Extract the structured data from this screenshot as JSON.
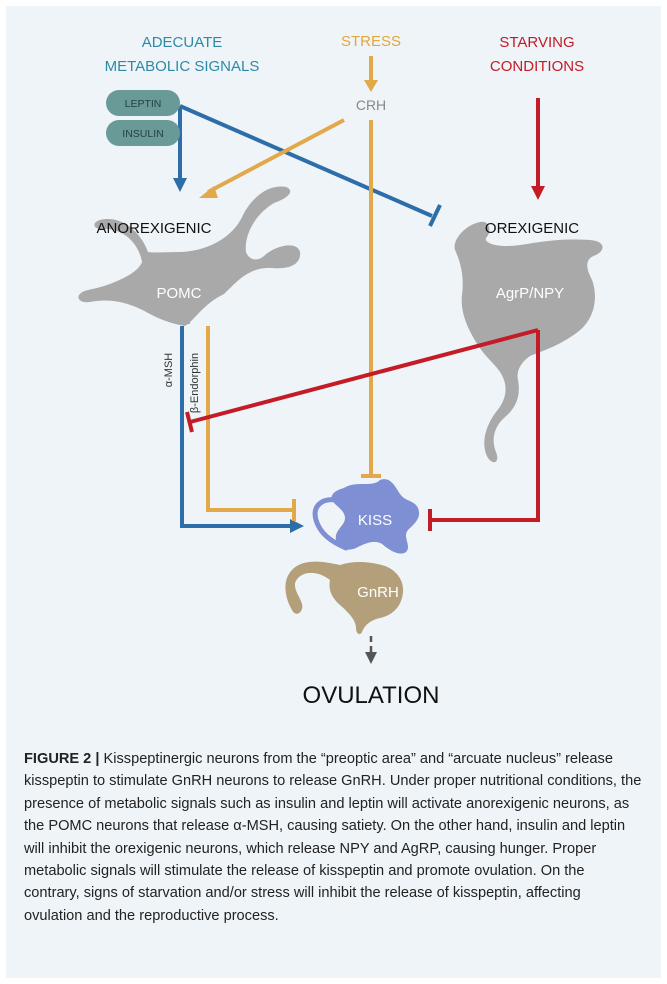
{
  "colors": {
    "metabolic": "#2d8aa6",
    "stress": "#e2a73c",
    "starving": "#c41c26",
    "blue_arrow": "#2d6da8",
    "orange_arrow": "#e2a84a",
    "red_arrow": "#c41c26",
    "neuron_gray": "#a9a9a9",
    "kiss": "#7f8fd4",
    "gnrh": "#b3a07a",
    "pill": "#6a9a97",
    "background": "#eef4f8"
  },
  "diagram": {
    "metabolic_line1": "ADECUATE",
    "metabolic_line2": "METABOLIC SIGNALS",
    "stress": "STRESS",
    "starving_line1": "STARVING",
    "starving_line2": "CONDITIONS",
    "leptin": "LEPTIN",
    "insulin": "INSULIN",
    "crh": "CRH",
    "anorexigenic": "ANOREXIGENIC",
    "orexigenic": "OREXIGENIC",
    "pomc": "POMC",
    "agrp_npy": "AgrP/NPY",
    "alpha_msh": "α-MSH",
    "beta_endorphin": "β-Endorphin",
    "kiss": "KISS",
    "gnrh": "GnRH",
    "ovulation": "OVULATION"
  },
  "caption": {
    "label": "FIGURE 2 |",
    "text": " Kisspeptinergic neurons from the “preoptic area” and “arcuate nucleus” release kisspeptin to stimulate GnRH neurons to release GnRH. Under proper nutritional conditions, the presence of metabolic signals such as insulin and leptin will activate anorexigenic neurons, as the POMC neurons that release α-MSH, causing satiety. On the other hand, insulin and leptin will inhibit the orexigenic neurons, which release NPY and AgRP, causing hunger. Proper metabolic signals will stimulate the release of kisspeptin and promote ovulation. On the contrary, signs of starvation and/or stress will inhibit the release of kisspeptin, affecting ovulation and the reproductive process."
  }
}
